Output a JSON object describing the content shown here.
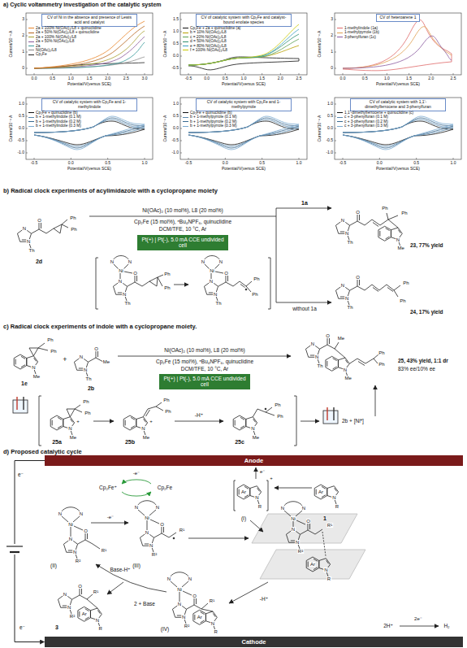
{
  "diagram": {
    "nodes": [
      {
        "text": [
          "CV of Ni in the absence and presence of Lewis acid and catalyst"
        ]
      },
      {
        "text": [
          "CV of catalytic system with Cp₂Fe and catalyst-bound enolate species"
        ]
      },
      {
        "text": [
          "CV of heteroarene 1"
        ]
      },
      {
        "text": [
          "CV of catalytic system with Cp₂Fe and 1-methylindole"
        ]
      },
      {
        "text": [
          "CV of catalytic system with Cp₂Fe and 1-methylpyrrole"
        ]
      },
      {
        "text": [
          "CV of catalytic system with 1,1'-dimethylferrocene and 3-phenylfuran"
        ]
      },
      {
        "text": [
          "Pt(+) | Pt(-), 5.0 mA CCE undivided cell"
        ]
      },
      {
        "text": [
          "Pt(+) | Pt(-), 5.0 mA CCE undivided cell"
        ]
      },
      {
        "text": [
          "Anode"
        ]
      },
      {
        "text": [
          "Cathode"
        ]
      }
    ],
    "edges": [
      {
        "from": 8,
        "to": 9,
        "arrow": "to"
      }
    ],
    "labels": [
      "a) Cyclic voltammetry investigation of the catalytic system",
      "Current/10⁻⁴ A",
      "0",
      "1",
      "2",
      "3",
      "0.0",
      "0.5",
      "1.0",
      "1.5",
      "2.0",
      "2.5",
      "3.0",
      "Potential/V(versus SCE)",
      "2a + 100% Ni(OAc)₂/L8 + quinuclidine",
      "2a + 50% Ni(OAc)₂/L8 + quinuclidine",
      "2a + 100% Ni(OAc)₂/L8",
      "2a + 50% Ni(OAc)₂/L8",
      "2a",
      "Ni(OAc)₂/L8",
      "Cp₂Fe",
      "Current/10⁻⁴ A",
      "-0.5",
      "0.0",
      "0.5",
      "1.0",
      "1.5",
      "-0.5",
      "0.0",
      "0.5",
      "1.0",
      "1.5",
      "2.0",
      "2.5",
      "Potential/V(versus SCE)",
      "Cp₂Fe + 2a + quinuclidine (a)",
      "b = 10% Ni(OAc)₂/L8",
      "c = 20% Ni(OAc)₂/L8",
      "d = 50% Ni(OAc)₂/L8",
      "e = 80% Ni(OAc)₂/L8",
      "f = 100% Ni(OAc)₂/L8",
      "Current/10⁻⁴ A",
      "0",
      "1",
      "2",
      "3",
      "0.0",
      "0.5",
      "1.0",
      "1.5",
      "2.0",
      "2.5",
      "Potential/V(versus SCE)",
      "1-methylindole (1a)",
      "1-methylpyrrole (1b)",
      "3-phenylfuran (1c)",
      "Current/10⁻⁴ A",
      "-1.0",
      "-0.5",
      "0.0",
      "0.5",
      "1.0",
      "-0.5",
      "0.0",
      "0.5",
      "1.0",
      "Potential/V(versus SCE)",
      "Cp₂Fe + quinuclidine (b)",
      "b + 1-methylindole (0.1 M)",
      "b + 1-methylindole (0.2 M)",
      "b + 1-methylindole (0.3 M)",
      "Current/10⁻⁴ A",
      "-1.0",
      "-0.5",
      "0.0",
      "0.5",
      "1.0",
      "-0.5",
      "0.0",
      "0.5",
      "1.0",
      "Potential/V(versus SCE)",
      "Cp₂Fe + quinuclidine (b)",
      "b + 1-methylpyrrole (0.1 M)",
      "b + 1-methylpyrrole (0.2 M)",
      "b + 1-methylpyrrole (0.3 M)",
      "Current/10⁻⁴ A",
      "-1.0",
      "-0.5",
      "0.0",
      "0.5",
      "1.0",
      "-0.5",
      "0.0",
      "0.5",
      "1.0",
      "Potential/V(versus SCE)",
      "1,1'-dimethylferrocene + quinuclidine (c)",
      "c + 3-phenylfuran (0.1 M)",
      "c + 3-phenylfuran (0.2 M)",
      "c + 3-phenylfuran (0.3 M)",
      "b) Radical clock experiments of acylimidazole with a cyclopropane moiety",
      "N",
      "N",
      "Th",
      "O",
      "Ph",
      "Ph",
      "2d",
      "Ni(OAc)₂ (10 mol%), L8 (20 mol%)",
      "Cp₂Fe (15 mol%), ⁿBu₄NPF₆, quinuclidine",
      "DCM/TFE, 10 °C, Ar",
      "N",
      "N",
      "Ni",
      "N",
      "N",
      "Th",
      "O",
      "Ph",
      "Ph",
      "N",
      "N",
      "Ni",
      "N",
      "N",
      "Th",
      "O",
      "Ph",
      "Ph",
      "1a",
      "N",
      "N",
      "Th",
      "O",
      "Ph",
      "Ph",
      "N",
      "Me",
      "23, 77% yield",
      "without 1a",
      "N",
      "N",
      "Th",
      "O",
      "Ph",
      "Ph",
      "24, 17% yield",
      "c) Radical clock experiments of indole with a cyclopropane moiety.",
      "Ph",
      "Ph",
      "N",
      "Me",
      "1e",
      "+",
      "N",
      "N",
      "Th",
      "O",
      "Me",
      "2b",
      "Ni(OAc)₂ (10 mol%), L8 (20 mol%)",
      "Cp₂Fe (15 mol%), ⁿBu₄NPF₆, quinuclidine",
      "DCM/TFE, 10 °C, Ar",
      "N",
      "N",
      "Th",
      "O",
      "Me",
      "N",
      "Me",
      "Ph",
      "Ph",
      "25, 43% yield, 1:1 dr",
      "83% ee/10% ee",
      "Ph",
      "Ph",
      "N",
      "Me",
      "+",
      "25a",
      "Ph",
      "Ph",
      "N",
      "Me",
      "+",
      "25b",
      "-H⁺",
      "Ph",
      "Ph",
      "N",
      "Me",
      "25c",
      "2b + [Ni*]",
      "d) Proposed catalytic cycle",
      "e⁻",
      "e⁻",
      "-e⁻",
      "Cp₂Fe⁺",
      "Cp₂Fe",
      "Ar",
      "N",
      "R",
      "+",
      "(I)",
      "e⁻",
      "Ar",
      "N",
      "R",
      "1",
      "N",
      "N",
      "Ni",
      "N",
      "N",
      "R²",
      "O",
      "R¹",
      "(II)",
      "-e⁻",
      "N",
      "N",
      "Ni",
      "N",
      "N",
      "R²",
      "O",
      "R¹",
      "(III)",
      "N",
      "N",
      "Ni",
      "N",
      "N",
      "R²",
      "O",
      "R¹",
      "Ar",
      "N",
      "R",
      "-H⁺",
      "N",
      "N",
      "Ni",
      "N",
      "N",
      "R²",
      "O",
      "R¹",
      "Ar",
      "N",
      "R",
      "(IV)",
      "Base-H⁺",
      "2 + Base",
      "N",
      "N",
      "R²",
      "O",
      "R¹",
      "Ar",
      "N",
      "R",
      "3",
      "2H⁺",
      "2e⁻",
      "H₂"
    ]
  }
}
